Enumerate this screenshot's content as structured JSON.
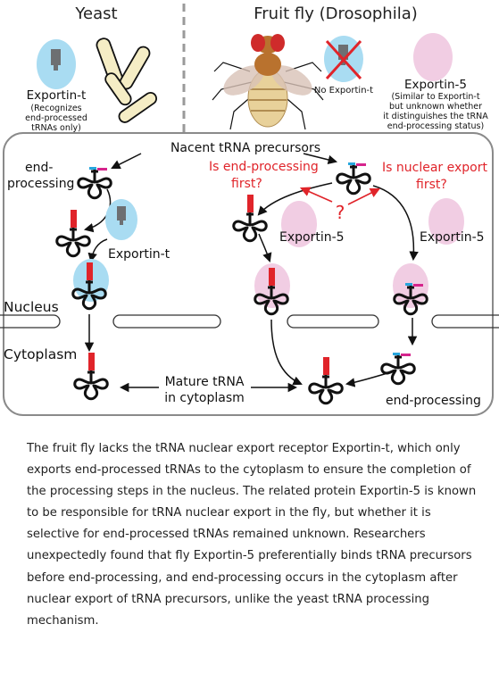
{
  "yeast": {
    "title": "Yeast",
    "exportin_label": "Exportin-t",
    "exportin_note": [
      "(Recognizes",
      "end-processed",
      "tRNAs only)"
    ],
    "end_processing": [
      "end-",
      "processing"
    ],
    "exportin_arrow_label": "Exportin-t"
  },
  "fly": {
    "title": "Fruit fly (Drosophila)",
    "no_exportin": "No Exportin-t",
    "exportin5_label": "Exportin-5",
    "exportin5_note": [
      "(Similar to Exportin-t",
      "but unknown whether",
      "it distinguishes the tRNA",
      "end-processing status)"
    ],
    "q_end_processing": [
      "Is end-processing",
      "first?"
    ],
    "q_nuclear_export": [
      "Is nuclear export",
      "first?"
    ],
    "question_mark": "?",
    "exportin5_left": "Exportin-5",
    "exportin5_right": "Exportin-5",
    "end_processing_bottom": "end-processing"
  },
  "shared": {
    "nacent": "Nacent tRNA precursors",
    "nucleus": "Nucleus",
    "cytoplasm": "Cytoplasm",
    "mature": [
      "Mature tRNA",
      "in cytoplasm"
    ]
  },
  "colors": {
    "exportin_t": "#a9dcf2",
    "exportin_5": "#f1cde3",
    "tag_red": "#e0242a",
    "tag_blue": "#27a6dd",
    "tag_magenta": "#d6248c",
    "red_text": "#e0242a"
  },
  "caption": "The fruit fly lacks the tRNA nuclear export receptor Exportin-t, which only exports end-processed tRNAs to the cytoplasm to ensure the completion of the processing steps in the nucleus. The related protein Exportin-5 is known to be responsible for tRNA nuclear export in the fly, but whether it is selective for end-processed tRNAs remained unknown. Researchers unexpectedly found that fly Exportin-5 preferentially binds tRNA precursors before end-processing, and end-processing occurs in the cytoplasm after nuclear export of tRNA precursors, unlike the yeast tRNA processing mechanism."
}
